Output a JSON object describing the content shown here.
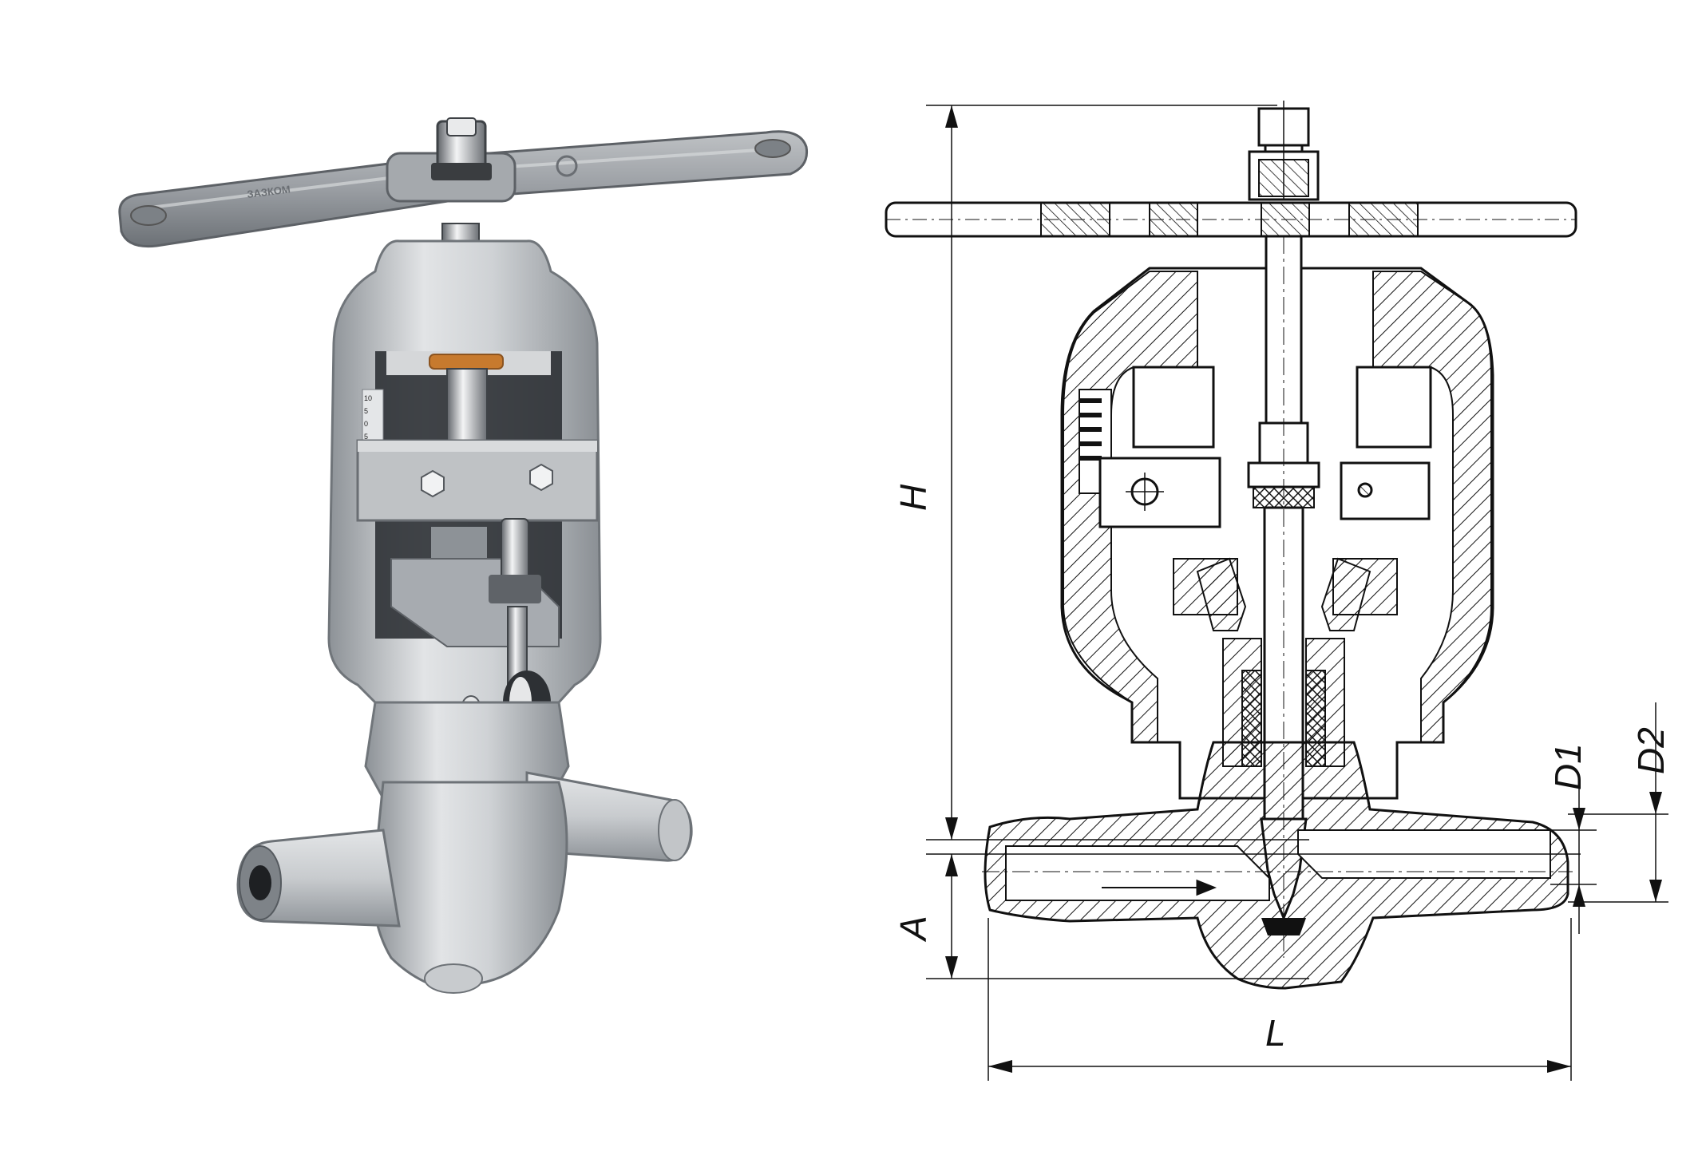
{
  "render": {
    "handwheel_marking": "ЗАЗКОМ",
    "scale_marks": [
      "10",
      "5",
      "0",
      "5"
    ]
  },
  "drawing": {
    "dimensions": {
      "height": "H",
      "offset": "A",
      "length": "L",
      "inner_diameter": "D1",
      "outer_diameter": "D2"
    }
  },
  "colors": {
    "steel_light": "#d9dbdd",
    "steel_mid": "#a9adb1",
    "steel_dark": "#6d7277",
    "bronze": "#c77a2e",
    "line": "#111111"
  }
}
